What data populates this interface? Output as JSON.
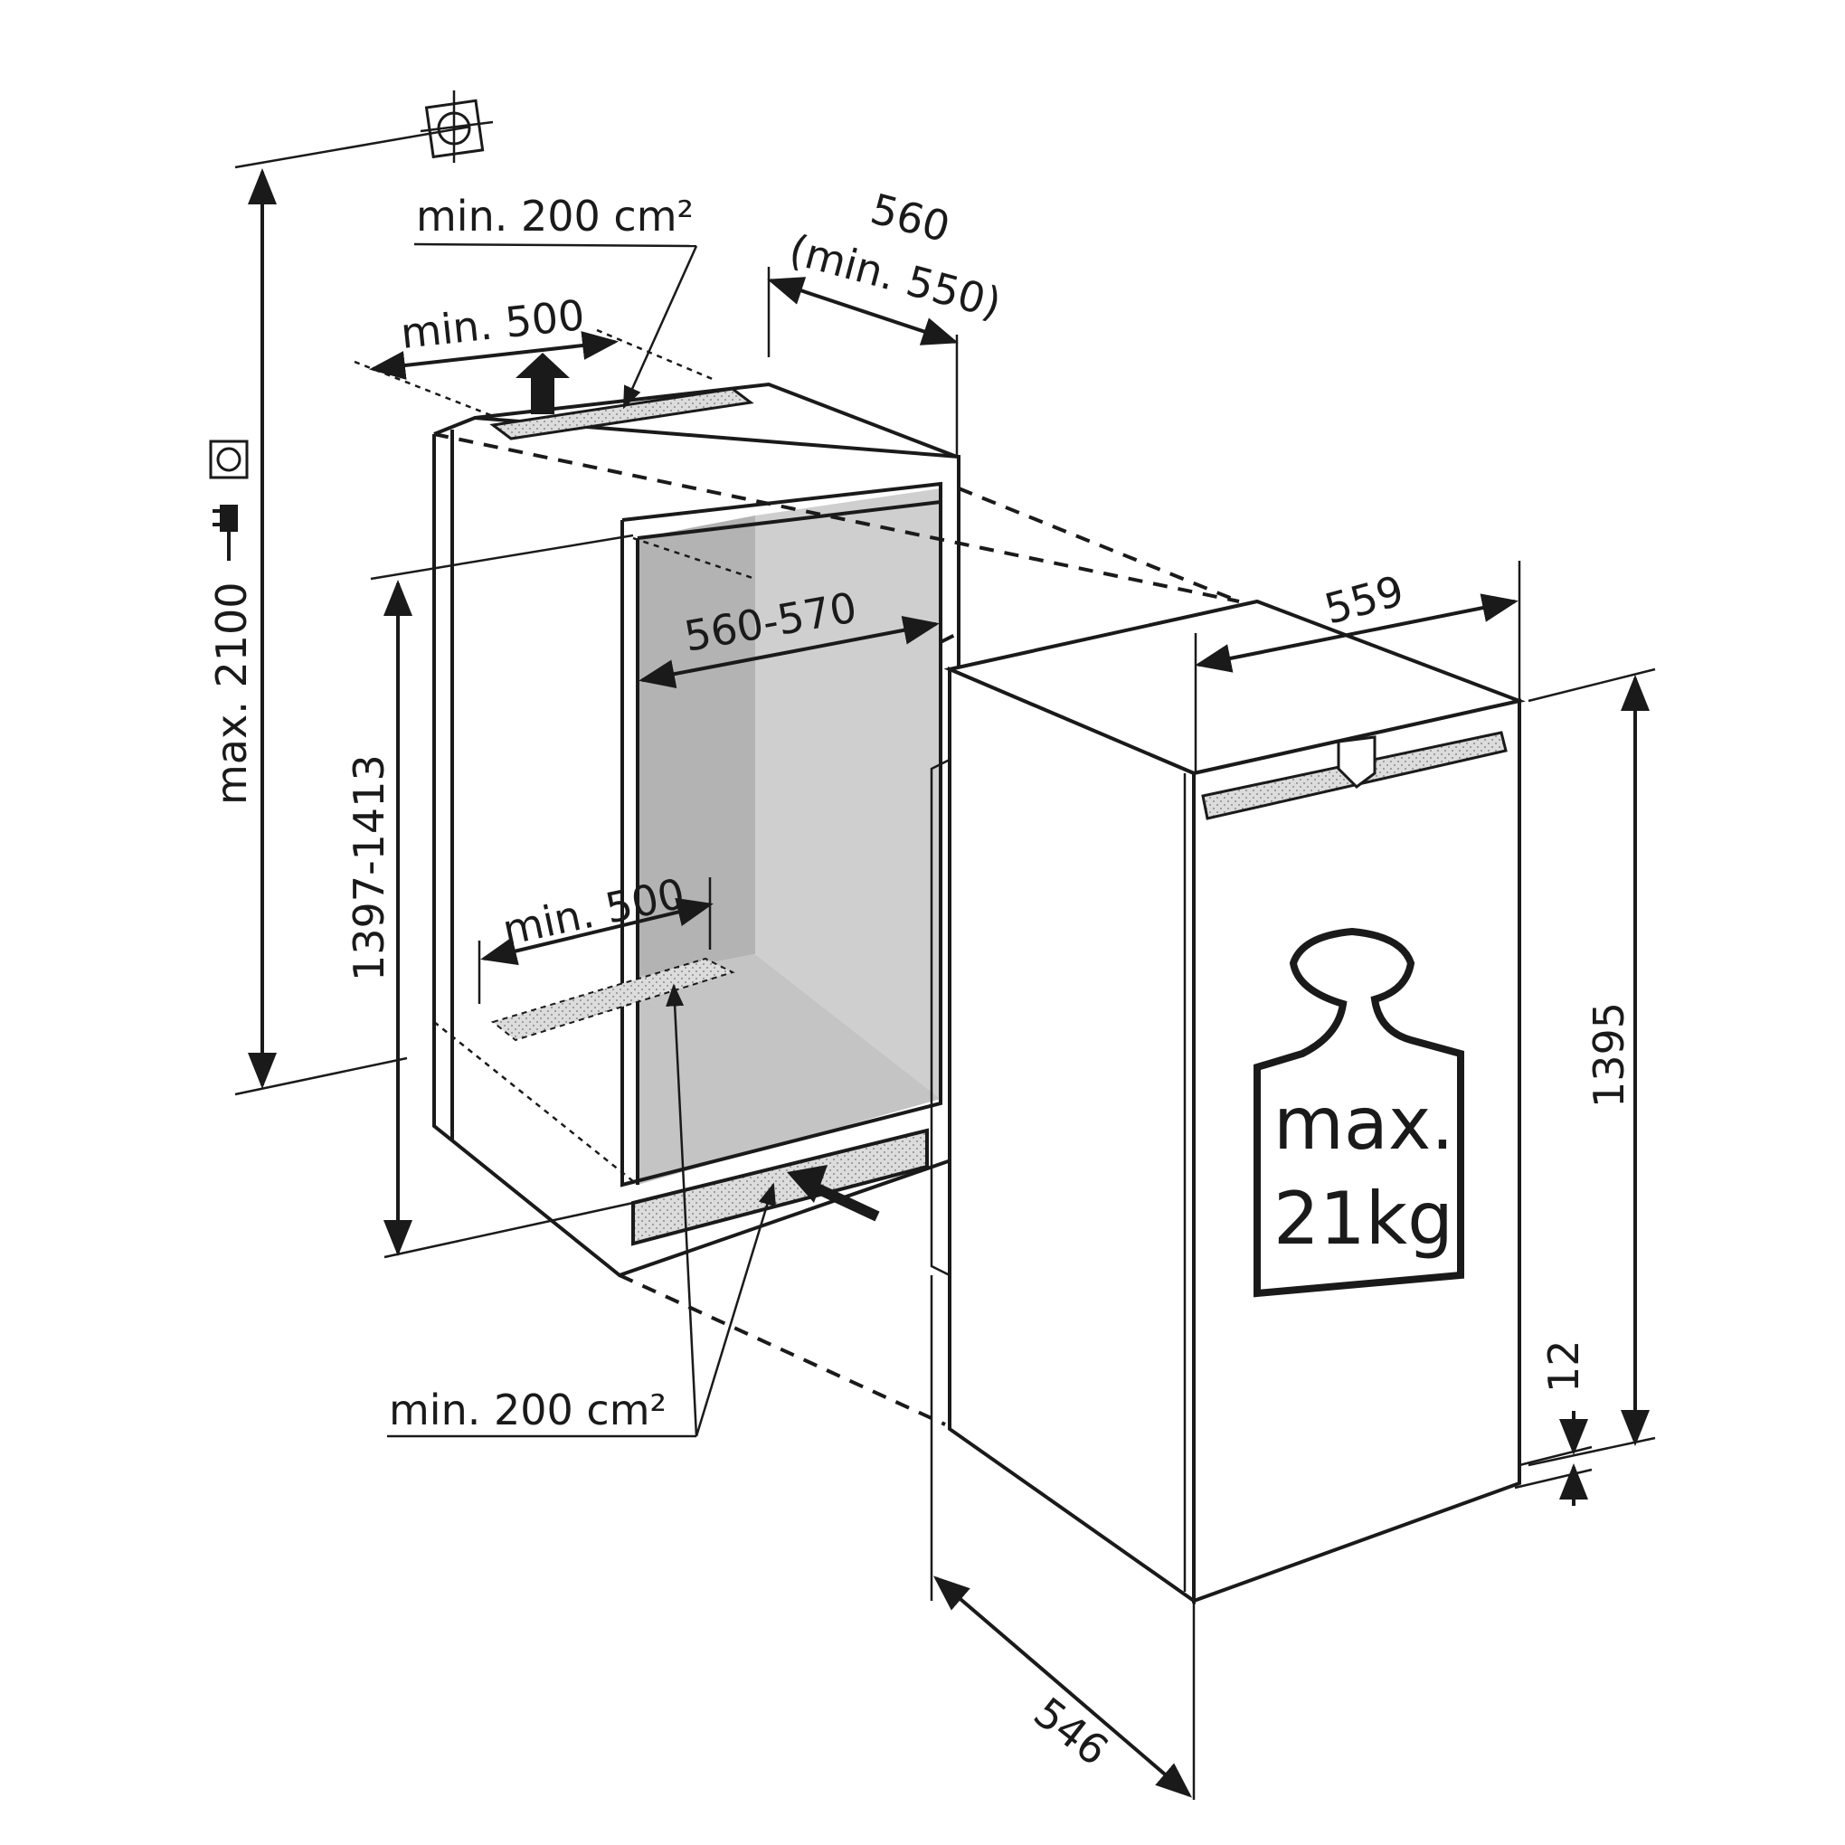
{
  "dimensions": {
    "max_height": "max. 2100",
    "top_vent_area": "min. 200 cm²",
    "top_vent_depth": "min. 500",
    "niche_width": "560",
    "niche_width_min": "(min. 550)",
    "niche_inner_width": "560-570",
    "niche_height": "1397-1413",
    "bottom_vent_depth": "min. 500",
    "bottom_vent_area": "min. 200 cm²",
    "appliance_width": "559",
    "appliance_height": "1395",
    "appliance_depth": "546",
    "plinth_offset": "12"
  },
  "weight_badge": {
    "line1": "max.",
    "line2": "21kg"
  },
  "icons": [
    "wall-mount-crosshair-icon",
    "power-socket-icon",
    "power-plug-icon",
    "weight-icon",
    "airflow-arrow-icon"
  ],
  "colors": {
    "line": "#1a1a1a",
    "niche_interior": "#c8c8c8",
    "niche_interior_dark": "#b0b0b0",
    "vent_fill": "#d9d9d9"
  }
}
